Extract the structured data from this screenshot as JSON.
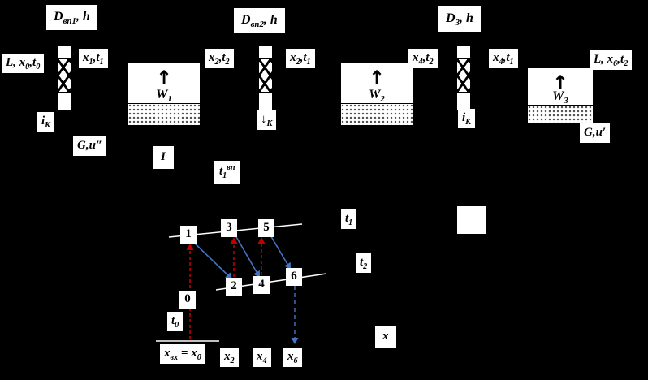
{
  "colors": {
    "background": "#000000",
    "box_bg": "#ffffff",
    "text": "#000000",
    "line": "#ffffff",
    "red_arrow": "#c00000",
    "blue_arrow": "#4472c4"
  },
  "glyphs": {
    "up_arrow": "↑"
  },
  "labels": {
    "d1": {
      "m1": "D",
      "s1": "вп1",
      "m2": ", h"
    },
    "d2": {
      "m1": "D",
      "s1": "вп2",
      "m2": ", h"
    },
    "d3": {
      "m1": "D",
      "s1": "3",
      "m2": ", h"
    },
    "feed_in": {
      "m1": "L, x",
      "s1": "0",
      "m2": ",t",
      "s2": "0"
    },
    "x1t1": {
      "m1": "x",
      "s1": "1",
      "m2": ",t",
      "s2": "1"
    },
    "x2t2": {
      "m1": "x",
      "s1": "2",
      "m2": ",t",
      "s2": "2"
    },
    "x2t1": {
      "m1": "x",
      "s1": "2",
      "m2": ",t",
      "s2": "1"
    },
    "x4t2": {
      "m1": "x",
      "s1": "4",
      "m2": ",t",
      "s2": "2"
    },
    "x4t1": {
      "m1": "x",
      "s1": "4",
      "m2": ",t",
      "s2": "1"
    },
    "feed_out": {
      "m1": "L, x",
      "s1": "6",
      "m2": ",t",
      "s2": "2"
    },
    "w1": {
      "m1": "W",
      "s1": "1"
    },
    "w2": {
      "m1": "W",
      "s1": "2"
    },
    "w3": {
      "m1": "W",
      "s1": "3"
    },
    "ik_left": {
      "m1": "i",
      "s1": "К"
    },
    "ik_mid": {
      "m1": "↓",
      "s1": "К"
    },
    "ik_right": {
      "m1": "i",
      "s1": "К"
    },
    "gu_left": {
      "m1": "G,u″"
    },
    "gu_right": {
      "m1": "G,u′"
    },
    "stage_I": {
      "m1": "I"
    },
    "t1vp": {
      "m1": "t",
      "s1": "1",
      "p1": "вп"
    },
    "t1": {
      "m1": "t",
      "s1": "1"
    },
    "t2": {
      "m1": "t",
      "s1": "2"
    },
    "x_axis": {
      "m1": "x"
    },
    "n0": {
      "m1": "0"
    },
    "n1": {
      "m1": "1"
    },
    "n2": {
      "m1": "2"
    },
    "n3": {
      "m1": "3"
    },
    "n4": {
      "m1": "4"
    },
    "n5": {
      "m1": "5"
    },
    "n6": {
      "m1": "6"
    },
    "t0": {
      "m1": "t",
      "s1": "0"
    },
    "xvx": {
      "m1": "x",
      "s1": "вх",
      "m2": " = x",
      "s2": "0"
    },
    "x2b": {
      "m1": "x",
      "s1": "2"
    },
    "x4b": {
      "m1": "x",
      "s1": "4"
    },
    "x6b": {
      "m1": "x",
      "s1": "6"
    }
  }
}
